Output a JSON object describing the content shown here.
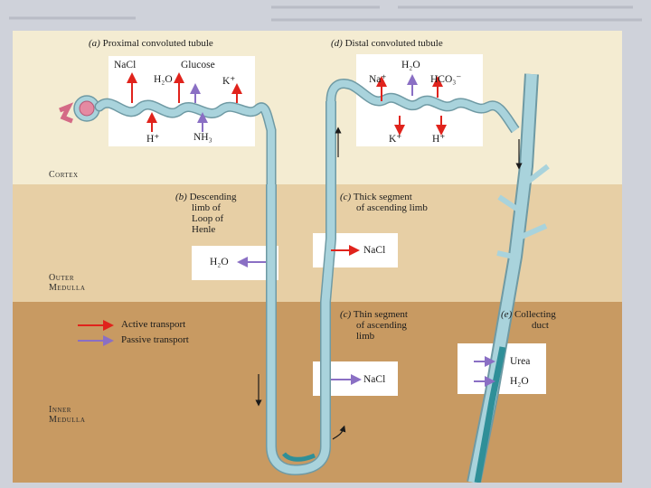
{
  "colors": {
    "active": "#e0231c",
    "passive": "#8a6fc4",
    "tubule": "#a9d3dc",
    "cortex": "#f4ecd2",
    "outer_medulla": "#e7cfa5",
    "inner_medulla": "#c89a62"
  },
  "headings": {
    "a": {
      "letter": "(a)",
      "text": "Proximal convoluted tubule"
    },
    "d": {
      "letter": "(d)",
      "text": "Distal convoluted tubule"
    },
    "b": {
      "letter": "(b)",
      "line1": "Descending",
      "line2": "limb of",
      "line3": "Loop of",
      "line4": "Henle"
    },
    "c_thick": {
      "letter": "(c)",
      "line1": "Thick segment",
      "line2": "of ascending limb"
    },
    "c_thin": {
      "letter": "(c)",
      "line1": "Thin segment",
      "line2": "of ascending",
      "line3": "limb"
    },
    "e": {
      "letter": "(e)",
      "line1": "Collecting",
      "line2": "duct"
    }
  },
  "zones": {
    "cortex": "Cortex",
    "outer": {
      "line1": "Outer",
      "line2": "Medulla"
    },
    "inner": {
      "line1": "Inner",
      "line2": "Medulla"
    }
  },
  "pct": {
    "nacl": "NaCl",
    "glucose": "Glucose",
    "h2o": "H₂O",
    "k": "K⁺",
    "h": "H⁺",
    "nh3": "NH₃"
  },
  "dct": {
    "h2o": "H₂O",
    "na": "Na⁺",
    "hco3": "HCO₃⁻",
    "k": "K⁺",
    "h": "H⁺"
  },
  "descending": {
    "h2o": "H₂O"
  },
  "thick": {
    "nacl": "NaCl"
  },
  "thin": {
    "nacl": "NaCl"
  },
  "collecting": {
    "urea": "Urea",
    "h2o": "H₂O"
  },
  "legend": {
    "active": "Active transport",
    "passive": "Passive transport"
  }
}
